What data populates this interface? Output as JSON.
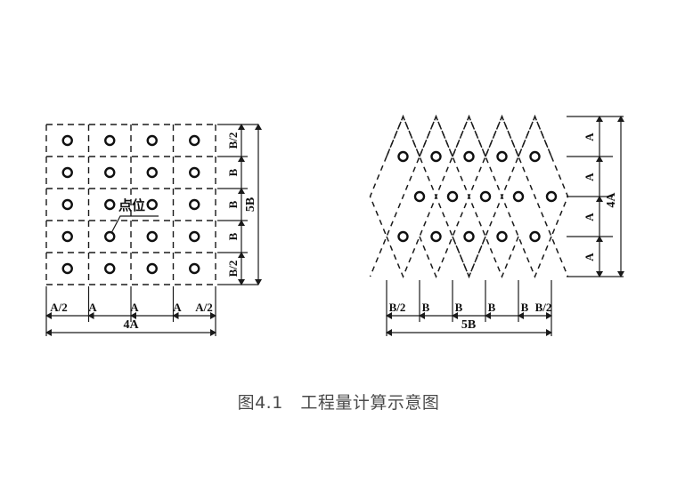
{
  "page": {
    "background_color": "#ffffff",
    "ink_color": "#1a1a1a",
    "caption_color": "#4a4a4a"
  },
  "caption": {
    "figure_number": "图4.1",
    "title": "工程量计算示意图",
    "full": "图4.1   工程量计算示意图"
  },
  "left_diagram": {
    "name": "rectangular-grid-layout",
    "pattern": "square-grid",
    "columns": 4,
    "rows": 5,
    "point_count": 20,
    "cell_style": "dashed",
    "annotation": {
      "label": "点位",
      "leader": "points to circle in row 4, column 2"
    },
    "horizontal_dimensions": {
      "segments": [
        "A/2",
        "A",
        "A",
        "A",
        "A/2"
      ],
      "total_label": "4A"
    },
    "vertical_dimensions": {
      "segments": [
        "B/2",
        "B",
        "B",
        "B",
        "B/2"
      ],
      "total_label": "5B"
    }
  },
  "right_diagram": {
    "name": "diamond-lattice-layout",
    "pattern": "rhombus-staggered-grid",
    "rows": [
      {
        "circles": 5,
        "offset": "aligned"
      },
      {
        "circles": 5,
        "offset": "staggered-half"
      },
      {
        "circles": 5,
        "offset": "aligned"
      }
    ],
    "point_count": 15,
    "cell_style": "dashed",
    "horizontal_dimensions": {
      "segments": [
        "B/2",
        "B",
        "B",
        "B",
        "B",
        "B/2"
      ],
      "total_label": "5B"
    },
    "vertical_dimensions": {
      "segments": [
        "A",
        "A",
        "A",
        "A"
      ],
      "total_label": "4A"
    }
  }
}
